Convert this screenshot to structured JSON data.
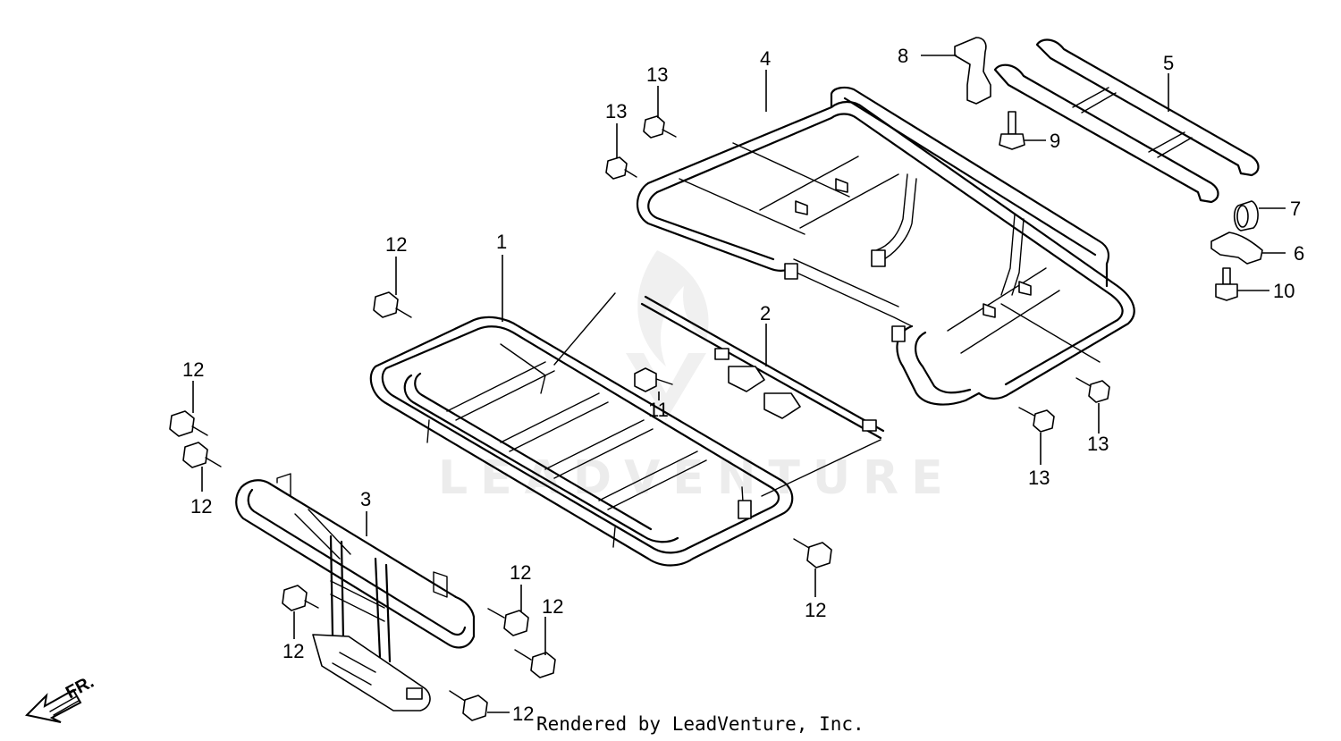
{
  "diagram": {
    "watermark_text": "LEADVENTURE",
    "front_indicator": "FR.",
    "footer": "Rendered by LeadVenture, Inc.",
    "callouts": [
      {
        "id": "c1",
        "label": "1"
      },
      {
        "id": "c2",
        "label": "2"
      },
      {
        "id": "c3",
        "label": "3"
      },
      {
        "id": "c4",
        "label": "4"
      },
      {
        "id": "c5",
        "label": "5"
      },
      {
        "id": "c6",
        "label": "6"
      },
      {
        "id": "c7",
        "label": "7"
      },
      {
        "id": "c8",
        "label": "8"
      },
      {
        "id": "c9",
        "label": "9"
      },
      {
        "id": "c10",
        "label": "10"
      },
      {
        "id": "c11",
        "label": "11"
      },
      {
        "id": "c12a",
        "label": "12"
      },
      {
        "id": "c12b",
        "label": "12"
      },
      {
        "id": "c12c",
        "label": "12"
      },
      {
        "id": "c12d",
        "label": "12"
      },
      {
        "id": "c12e",
        "label": "12"
      },
      {
        "id": "c12f",
        "label": "12"
      },
      {
        "id": "c12g",
        "label": "12"
      },
      {
        "id": "c12h",
        "label": "12"
      },
      {
        "id": "c13a",
        "label": "13"
      },
      {
        "id": "c13b",
        "label": "13"
      },
      {
        "id": "c13c",
        "label": "13"
      },
      {
        "id": "c13d",
        "label": "13"
      }
    ]
  }
}
